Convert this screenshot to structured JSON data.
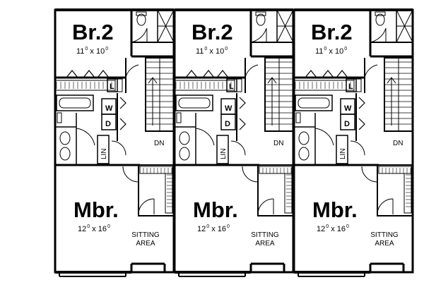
{
  "plan": {
    "units": [
      {
        "bedroom2": {
          "name": "Br.2",
          "dim_w": "11",
          "dim_w_sup": "0",
          "x": "x",
          "dim_l": "10",
          "dim_l_sup": "0"
        },
        "master": {
          "name": "Mbr.",
          "dim_w": "12",
          "dim_w_sup": "0",
          "x": "x",
          "dim_l": "16",
          "dim_l_sup": "0"
        },
        "sitting": {
          "line1": "SITTING",
          "line2": "AREA"
        },
        "stairs_label": "DN",
        "linen": "L",
        "linen_closet": "LIN",
        "washer": "W",
        "dryer": "D"
      },
      {
        "bedroom2": {
          "name": "Br.2",
          "dim_w": "11",
          "dim_w_sup": "0",
          "x": "x",
          "dim_l": "10",
          "dim_l_sup": "0"
        },
        "master": {
          "name": "Mbr.",
          "dim_w": "12",
          "dim_w_sup": "0",
          "x": "x",
          "dim_l": "16",
          "dim_l_sup": "0"
        },
        "sitting": {
          "line1": "SITTING",
          "line2": "AREA"
        },
        "stairs_label": "DN",
        "linen": "L",
        "linen_closet": "LIN",
        "washer": "W",
        "dryer": "D"
      },
      {
        "bedroom2": {
          "name": "Br.2",
          "dim_w": "11",
          "dim_w_sup": "0",
          "x": "x",
          "dim_l": "10",
          "dim_l_sup": "0"
        },
        "master": {
          "name": "Mbr.",
          "dim_w": "12",
          "dim_w_sup": "0",
          "x": "x",
          "dim_l": "16",
          "dim_l_sup": "0"
        },
        "sitting": {
          "line1": "SITTING",
          "line2": "AREA"
        },
        "stairs_label": "DN",
        "linen": "L",
        "linen_closet": "LIN",
        "washer": "W",
        "dryer": "D"
      }
    ]
  }
}
